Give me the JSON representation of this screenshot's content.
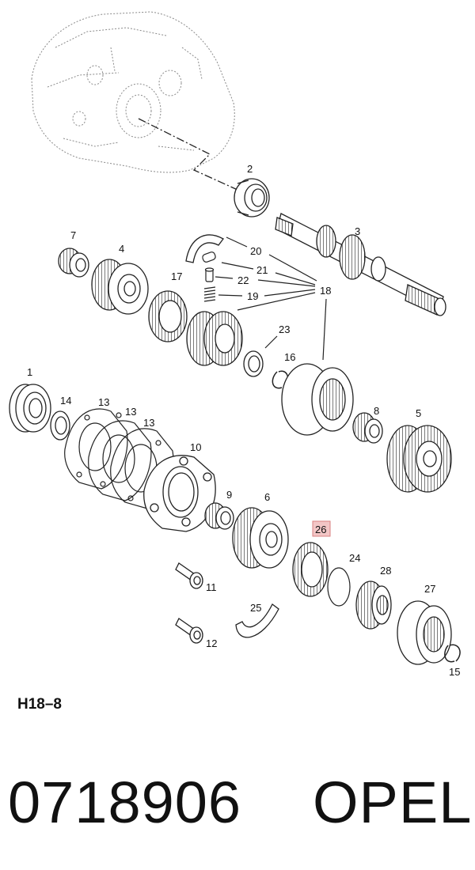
{
  "callouts": {
    "c1": "1",
    "c2": "2",
    "c3": "3",
    "c4": "4",
    "c5": "5",
    "c6": "6",
    "c7": "7",
    "c8": "8",
    "c9": "9",
    "c10": "10",
    "c11": "11",
    "c12": "12",
    "c13a": "13",
    "c13b": "13",
    "c13c": "13",
    "c14": "14",
    "c15": "15",
    "c16": "16",
    "c17": "17",
    "c18": "18",
    "c19": "19",
    "c20": "20",
    "c21": "21",
    "c22": "22",
    "c23": "23",
    "c24": "24",
    "c25": "25",
    "c26": "26",
    "c27": "27",
    "c28": "28"
  },
  "highlight": {
    "callout": "26",
    "color": "#f3c6c6",
    "border": "#d98080"
  },
  "figure_code": "H18–8",
  "part_number": "0718906",
  "brand": "OPEL"
}
